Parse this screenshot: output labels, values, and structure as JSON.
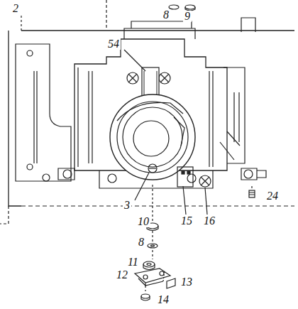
{
  "diagram": {
    "labels": [
      "2",
      "8",
      "9",
      "54",
      "3",
      "15",
      "16",
      "10",
      "8",
      "24",
      "11",
      "12",
      "13",
      "14"
    ]
  }
}
